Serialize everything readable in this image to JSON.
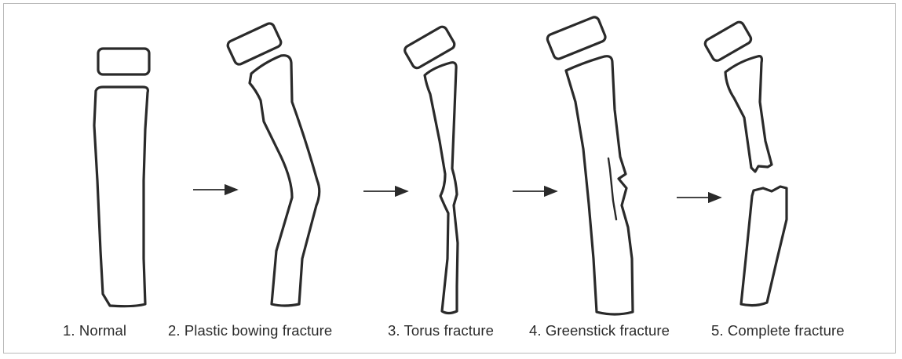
{
  "stages": [
    {
      "id": "normal",
      "label": "1. Normal"
    },
    {
      "id": "plastic-bowing",
      "label": "2. Plastic bowing fracture"
    },
    {
      "id": "torus",
      "label": "3. Torus fracture"
    },
    {
      "id": "greenstick",
      "label": "4. Greenstick fracture"
    },
    {
      "id": "complete",
      "label": "5. Complete fracture"
    }
  ],
  "colors": {
    "line": "#2a2a2a",
    "frame": "#b9b9b9",
    "text": "#2b2b2b"
  }
}
